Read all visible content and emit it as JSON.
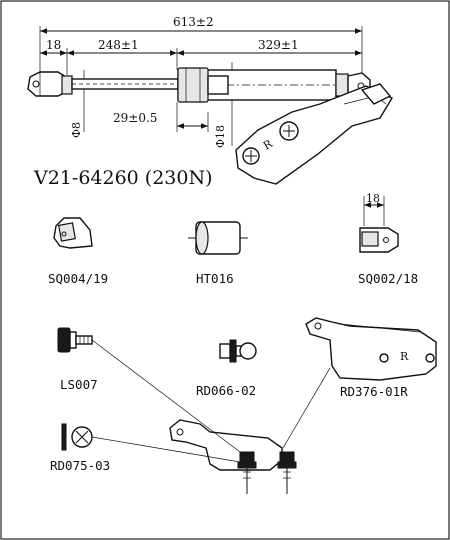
{
  "title": "V21-64260 (230N)",
  "dimensions": {
    "overall_length": "613±2",
    "end_fitting_length": "18",
    "rod_length": "248±1",
    "body_length": "329±1",
    "rod_stroke_marker": "29±0.5",
    "rod_diameter": "Φ8",
    "body_diameter": "Φ18",
    "fitting_width": "18"
  },
  "parts": [
    {
      "code": "SQ004/19"
    },
    {
      "code": "HT016"
    },
    {
      "code": "SQ002/18"
    },
    {
      "code": "LS007"
    },
    {
      "code": "RD066-02"
    },
    {
      "code": "RD376-01R"
    },
    {
      "code": "RD075-03"
    }
  ],
  "bracket_marks": {
    "upper": "R",
    "lower": "R"
  }
}
